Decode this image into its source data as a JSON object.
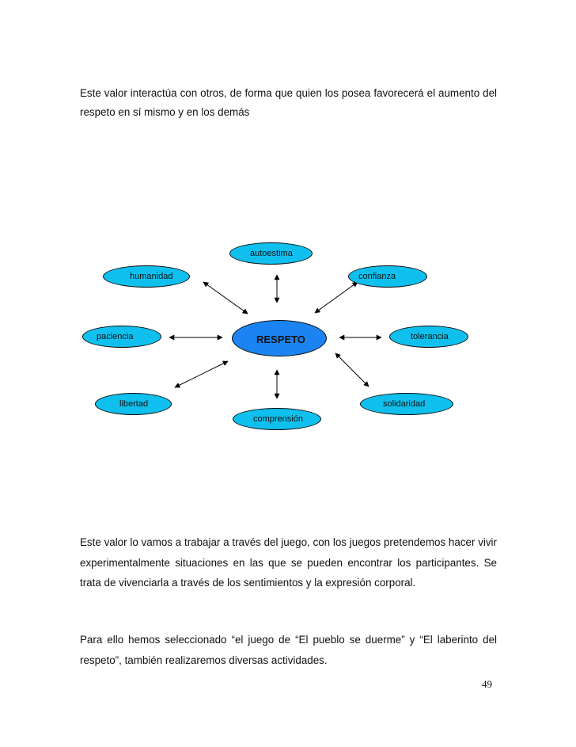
{
  "paragraphs": {
    "intro": "Este valor interactúa con otros, de forma que quien los posea favorecerá el aumento del respeto en sí mismo y en los demás",
    "game": "Este valor lo vamos a trabajar a través del juego, con los juegos pretendemos hacer vivir experimentalmente situaciones en las que se pueden encontrar los participantes. Se trata de vivenciarla a través de los sentimientos y la expresión corporal.",
    "selection": "Para ello hemos seleccionado “el juego de “El pueblo se duerme” y “El laberinto del respeto”, también realizaremos diversas actividades."
  },
  "diagram": {
    "center": "RESPETO",
    "nodes": {
      "autoestima": "autoestima",
      "humanidad": "humanidad",
      "confianza": "confianza",
      "paciencia": "paciencia",
      "tolerancia": "tolerancia",
      "libertad": "libertad",
      "solidaridad": "solidaridad",
      "comprension": "comprensión"
    },
    "colors": {
      "node_fill": "#0fc0ee",
      "center_fill": "#1b84f2",
      "outline": "#0a0a0a"
    }
  },
  "footer": {
    "page_number": "49"
  }
}
